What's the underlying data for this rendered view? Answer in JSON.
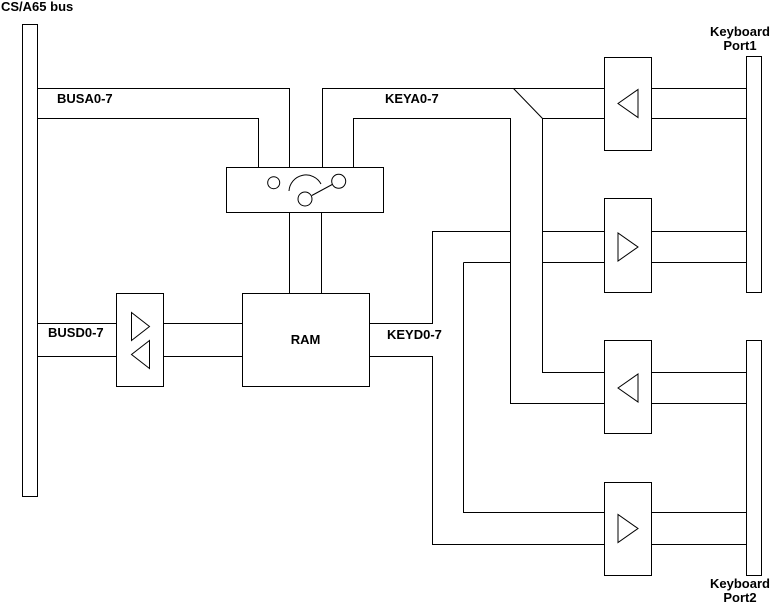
{
  "diagram": {
    "labels": {
      "bus_name": "CS/A65 bus",
      "bus_address": "BUSA0-7",
      "key_address": "KEYA0-7",
      "bus_data": "BUSD0-7",
      "key_data": "KEYD0-7",
      "ram": "RAM",
      "port1_line1": "Keyboard",
      "port1_line2": "Port1",
      "port2_line1": "Keyboard",
      "port2_line2": "Port2"
    },
    "colors": {
      "line": "#000000",
      "background": "#ffffff"
    }
  }
}
